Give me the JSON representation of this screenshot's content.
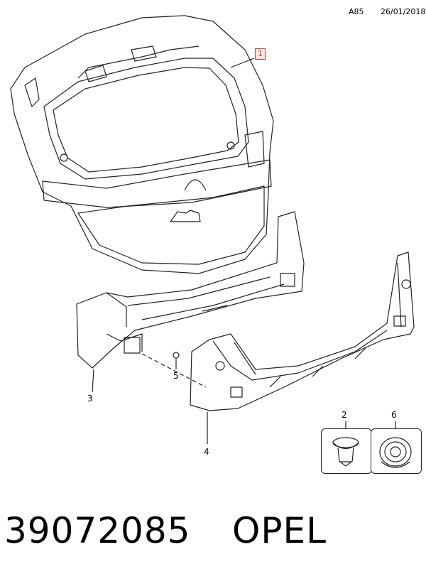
{
  "header": {
    "code": "A85",
    "date": "26/01/2018"
  },
  "callouts": {
    "c1": "1",
    "c2": "2",
    "c3": "3",
    "c4": "4",
    "c5": "5",
    "c6": "6"
  },
  "footer": {
    "part_number": "39072085",
    "brand": "OPEL"
  },
  "colors": {
    "line": "#222222",
    "callout_highlight": "#d83a3a"
  },
  "icons": {
    "part2": "push-clip-icon",
    "part6": "grommet-icon"
  }
}
